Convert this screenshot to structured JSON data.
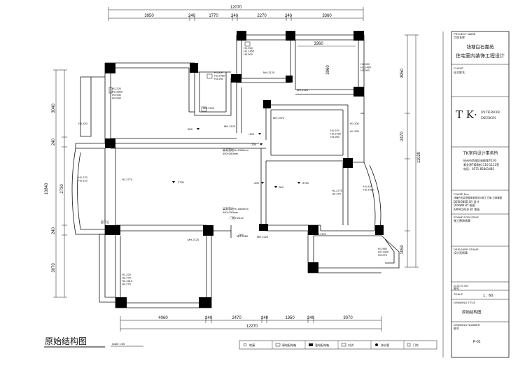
{
  "plan": {
    "title": "原始结构图",
    "scale": "scale 1:60",
    "top_overall": "12070",
    "top_dims": [
      "3950",
      "240",
      "1770",
      "240",
      "2270",
      "240",
      "3360"
    ],
    "bottom_dims": [
      "4060",
      "240",
      "2470",
      "240",
      "1950",
      "240",
      "3070"
    ],
    "bottom_overall": "12270",
    "left_dims": [
      "3040",
      "240",
      "10840",
      "240",
      "3070"
    ],
    "left_dims_mid": "2730",
    "right_dims": [
      "3950",
      "2470",
      "11020",
      "1950"
    ],
    "inner_dim_3360": "3360",
    "inner_dim_3060": "3060",
    "level_labels": [
      "-300",
      "-300",
      "-300",
      "-300",
      "-300",
      "-300"
    ],
    "ceiling_labels": [
      "2730",
      "3750"
    ],
    "room_notes": [
      "H1.220\nH2.2660\nH3.930\nH4.940",
      "H1.850\nH2.2960\nH3.900",
      "MH.2100",
      "H1.910\nH2.1450\nH3.900",
      "H1.950\nH2.1460\nH3.900",
      "MH.2120",
      "MH.2120",
      "MH.2120",
      "MH.2370",
      "H1.970\nH2.2430\nH3.900",
      "H1.270\nH2.310",
      "H1.2770",
      "H1.2770\nH2.470",
      "H1.520\nH2.1460",
      "H1.960\nH2.1460\nH3.270",
      "H1.220\nH2.470\nH3.1610\nH4.270",
      "MH.2120",
      "MH.2120",
      "MH.2480",
      "MH.2120"
    ],
    "beam_notes": [
      "梁高落地H=1300mm",
      "400×380mm",
      "梁高落地H=1800mm",
      "400×350mm",
      "门框H2410",
      "H1.320",
      "H1.300",
      "H1.390",
      "窗下沿"
    ]
  },
  "legend": {
    "items": [
      "地漏",
      "弱电配电箱",
      "强电配电箱",
      "对讲",
      "排水管",
      "门铃"
    ]
  },
  "title_block": {
    "project_name_label": "PROJECT NAME",
    "project_name_sub": "工程名称",
    "project_name": "钱塘白石嘉苑",
    "project_type": "住宅室内装饰工程设计",
    "client_label": "CLIENT",
    "client_sub": "业主姓名",
    "logo_name": "T K·",
    "logo_word1": "INTERIOR",
    "logo_word2": "DESIGN",
    "firm_name": "TK室内设计事务所",
    "firm_address": "杭州市西湖区高能路TK1号",
    "firm_phone": "紫金港T楼B座1110-1112室",
    "firm_tel": "电话：0571-85801485",
    "phase_label": "PHASE Doc",
    "phase_text": "钱塘白石嘉苑整体家居设计施工方案-方案套图",
    "designed_by": "DESIGNED BY  设计",
    "drawn_by": "DRAWN BY  绘图",
    "approved_by": "APPROVED BY  审核",
    "stamp": "STAMP FOR ISSUE",
    "stamp_sub": "施工图审核章",
    "signature": "DESIGNER STAMP",
    "signature_sub": "设计资质章",
    "scale_label": "SCALE",
    "scale_value": "1：60",
    "no_label": "D-SCTL NO",
    "no_sub": "图号",
    "drawing_title_label": "DRAWING TITLE",
    "drawing_title": "原始结构图",
    "drawing_number_label": "DRAWING NUMBER",
    "drawing_number_sub": "图号",
    "drawing_number": "P-01"
  }
}
